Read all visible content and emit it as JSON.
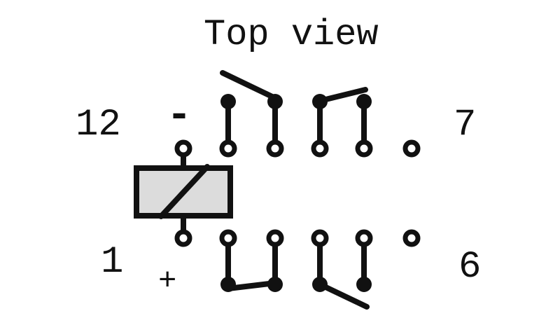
{
  "diagram": {
    "title": "Top view",
    "pins": {
      "top_left": "12",
      "top_right": "7",
      "bottom_left": "1",
      "bottom_right": "6"
    },
    "polarity": {
      "top": "-",
      "bottom": "+"
    },
    "colors": {
      "stroke": "#111111",
      "coil_fill": "#dcdcdc",
      "background": "#ffffff"
    }
  }
}
